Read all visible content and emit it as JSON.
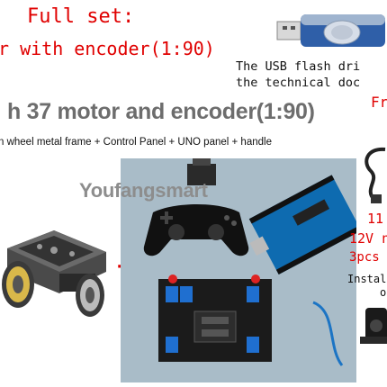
{
  "texts": {
    "full_set": "Full set:",
    "motor_encoder": "r with encoder(1:90)",
    "usb_line1": "The USB flash dri",
    "usb_line2": "the technical doc",
    "heading": "h 37 motor and encoder(1:90)",
    "fr": "Fr",
    "subline": "n wheel metal frame + Control Panel + UNO panel + handle",
    "watermark": "Youfangsmart",
    "plus": "+",
    "r_11": "11",
    "r_12v": "12V n",
    "r_3pcs": "3pcs",
    "r_instal": "Instal",
    "r_o": "o"
  },
  "colors": {
    "red_text": "#e00000",
    "heading_gray": "#6d6d6d",
    "panel_bg": "#a9bcc8",
    "usb_blue": "#2f5fa8"
  },
  "icons": [
    "usb-flash-drive",
    "mecanum-car-chassis",
    "gamepad-controller",
    "uno-board",
    "motor-driver-board",
    "wireless-receiver",
    "usb-cable",
    "motor-bracket"
  ]
}
